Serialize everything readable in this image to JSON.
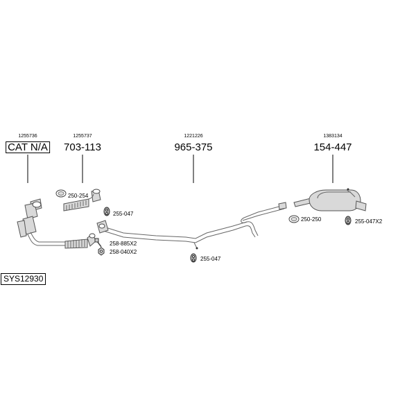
{
  "parts": [
    {
      "code": "1255736",
      "number": "CAT N/A",
      "boxed": true
    },
    {
      "code": "1255737",
      "number": "703-113",
      "boxed": false
    },
    {
      "code": "1221226",
      "number": "965-375",
      "boxed": false
    },
    {
      "code": "1383134",
      "number": "154-447",
      "boxed": false
    }
  ],
  "accessories": [
    {
      "label": "250-254",
      "icon": "clamp-icon"
    },
    {
      "label": "255-047",
      "icon": "rubber-mount-icon"
    },
    {
      "label": "258-885X2",
      "icon": "bolt-icon"
    },
    {
      "label": "258-040X2",
      "icon": "nut-icon"
    },
    {
      "label": "255-047",
      "icon": "rubber-mount-icon"
    },
    {
      "label": "250-250",
      "icon": "clamp-icon"
    },
    {
      "label": "255-047X2",
      "icon": "rubber-mount-icon"
    }
  ],
  "system_id": "SYS12930"
}
